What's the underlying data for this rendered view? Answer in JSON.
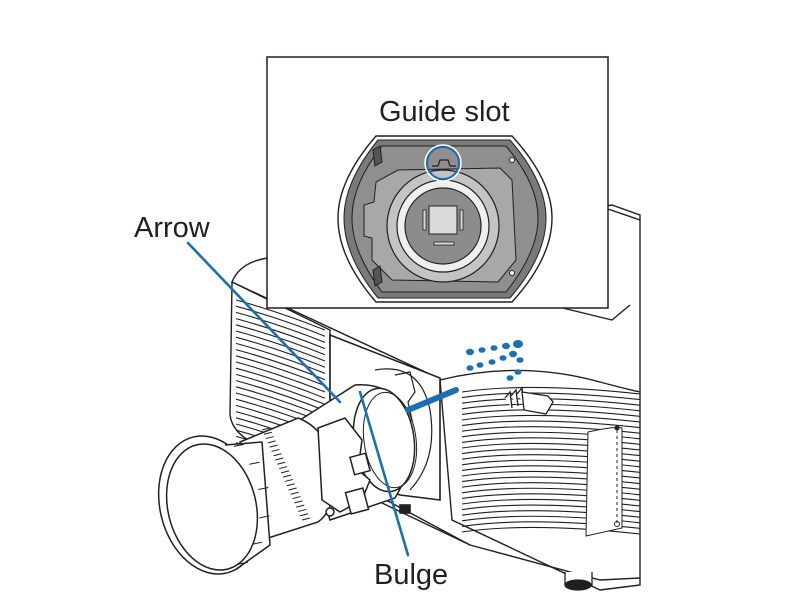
{
  "figure": {
    "subject": "Projector lens installation",
    "labels": {
      "guide_slot": "Guide slot",
      "arrow": "Arrow",
      "bulge": "Bulge"
    },
    "colors": {
      "callout_blue": "#1a6fb5",
      "outline": "#231f20",
      "mount_gray": "#8c8c8c",
      "mount_light": "#c8c8c8",
      "mount_inner": "#d9d9d9"
    }
  }
}
